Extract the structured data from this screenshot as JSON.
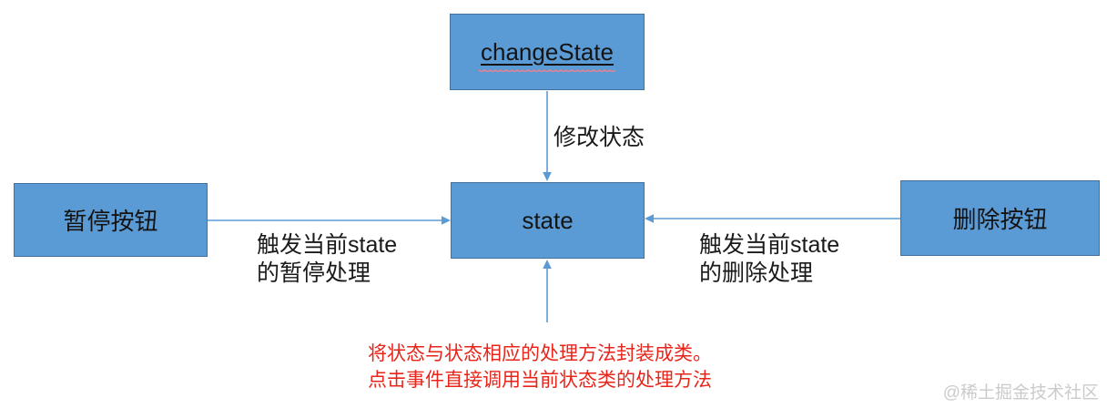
{
  "colors": {
    "box_fill": "#5b9bd5",
    "box_border": "#41719c",
    "arrow_blue": "#5b9bd5",
    "label_text": "#1a1a1a",
    "note_red": "#e8251a",
    "squiggle_pink": "#e8848f",
    "watermark_gray": "#cbcbcb",
    "background": "#ffffff"
  },
  "boxes": {
    "change_state": {
      "label": "changeState"
    },
    "state": {
      "label": "state"
    },
    "pause_button": {
      "label": "暂停按钮"
    },
    "delete_button": {
      "label": "删除按钮"
    }
  },
  "edge_labels": {
    "modify": "修改状态",
    "pause": [
      "触发当前state",
      "的暂停处理"
    ],
    "delete": [
      "触发当前state",
      "的删除处理"
    ]
  },
  "note": {
    "line1": "将状态与状态相应的处理方法封装成类。",
    "line2": "点击事件直接调用当前状态类的处理方法"
  },
  "watermark": "@稀土掘金技术社区"
}
